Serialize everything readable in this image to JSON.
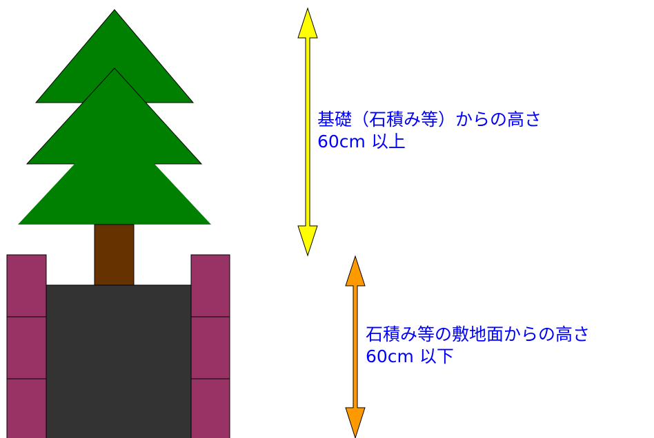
{
  "upper_height": {
    "text_line1": "基礎（石積み等）からの高さ",
    "text_line2": "60cm 以上",
    "arrow_color": "#ffff00"
  },
  "lower_height": {
    "text_line1": "石積み等の敷地面からの高さ",
    "text_line2": "60cm 以下",
    "arrow_color": "#ff9900"
  },
  "colors": {
    "tree_foliage": "#008000",
    "tree_trunk": "#663300",
    "soil": "#333333",
    "stone_blocks": "#993366",
    "label_text": "#0000ff",
    "outline": "#000000"
  }
}
